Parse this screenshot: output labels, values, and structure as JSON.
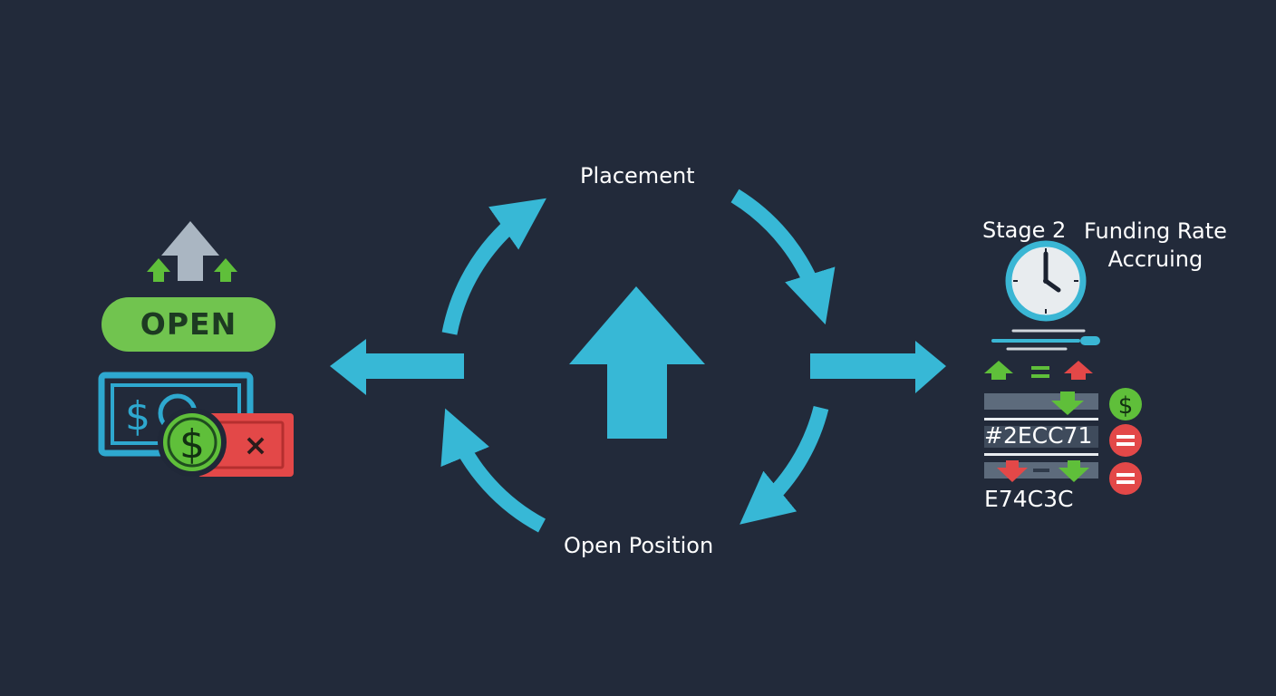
{
  "colors": {
    "background": "#222a3a",
    "cycle": "#37b8d6",
    "pill_green": "#71c44f",
    "green": "#5fbf3a",
    "red": "#e34848",
    "grey_arrow": "#aab6c2",
    "clock_ring": "#3ab6d4",
    "clock_face": "#e8ecef",
    "bar": "#5d6b7c"
  },
  "icons": {
    "left_group": [
      "grey-up-arrow-icon",
      "green-up-arrow-icon",
      "cash-bill-icon",
      "dollar-coin-icon",
      "ticket-x-icon"
    ],
    "center": [
      "cycle-arrows-icon",
      "big-up-arrow-icon"
    ],
    "right_group": [
      "clock-icon",
      "equals-icon",
      "dollar-coin-icon",
      "up-arrow-icon",
      "down-arrow-icon"
    ]
  },
  "labels": {
    "top": "Placement",
    "bottom": "Open Position",
    "stage": "Stage 2",
    "funding_line1": "Funding Rate",
    "funding_line2": "Accruing",
    "open_pill": "OPEN",
    "hex_green": "#2ECC71",
    "hex_red": "E74C3C",
    "equals_glyph": "=",
    "dollar_glyph": "$",
    "x_glyph": "×"
  }
}
